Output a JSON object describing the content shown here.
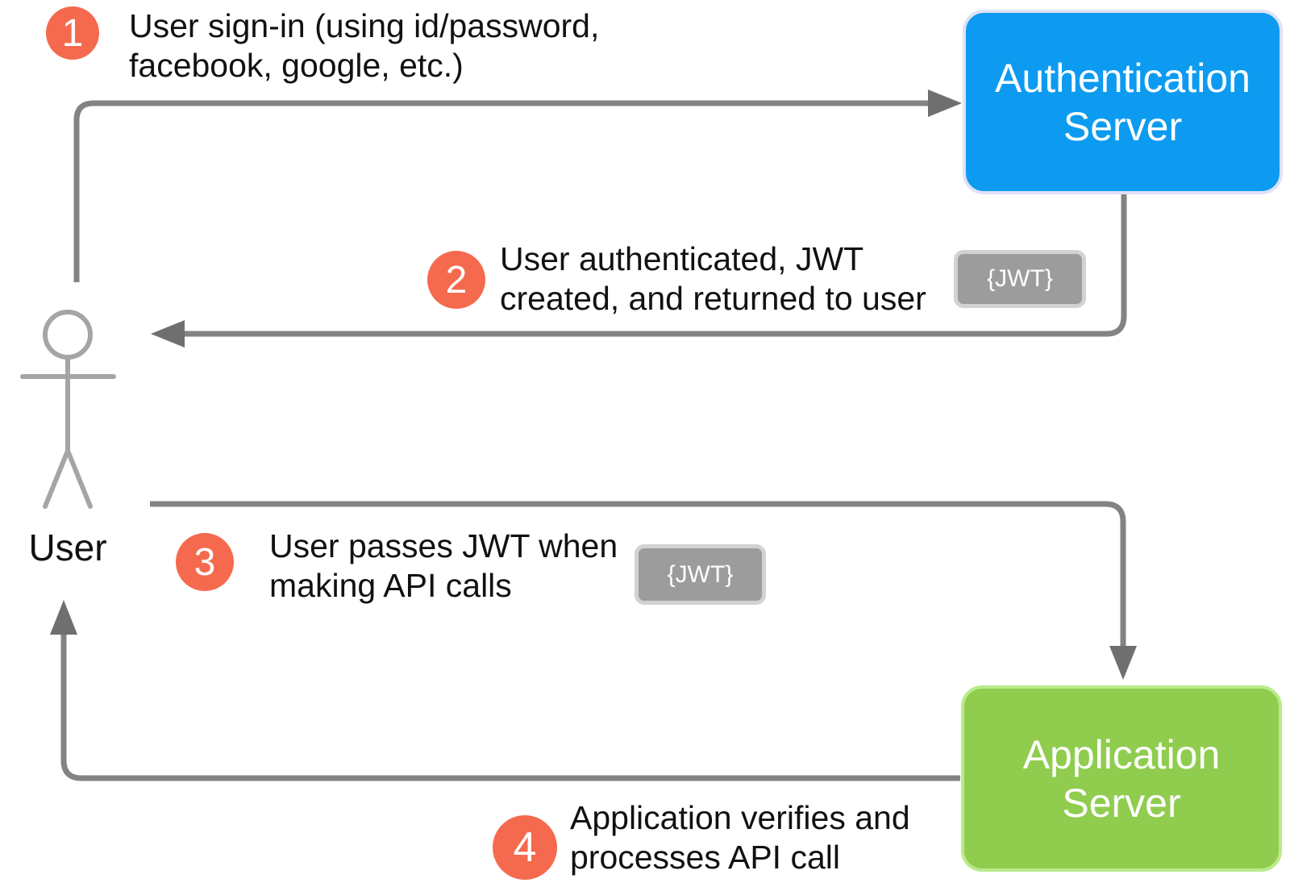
{
  "colors": {
    "auth_server_fill": "#0c9bf0",
    "app_server_fill": "#90cc4e",
    "step_badge_fill": "#f56a4e",
    "jwt_badge_fill": "#9c9c9c",
    "connector_gray": "#838383"
  },
  "actors": {
    "user_label": "User",
    "auth_server_label": "Authentication Server",
    "app_server_label": "Application Server"
  },
  "steps": [
    {
      "num": "1",
      "text": "User sign-in (using id/password,\nfacebook, google, etc.)"
    },
    {
      "num": "2",
      "text": "User authenticated, JWT\ncreated, and returned to user"
    },
    {
      "num": "3",
      "text": "User passes JWT when\nmaking API calls"
    },
    {
      "num": "4",
      "text": "Application verifies and\nprocesses API call"
    }
  ],
  "jwt_badges": [
    {
      "label": "{JWT}"
    },
    {
      "label": "{JWT}"
    }
  ]
}
